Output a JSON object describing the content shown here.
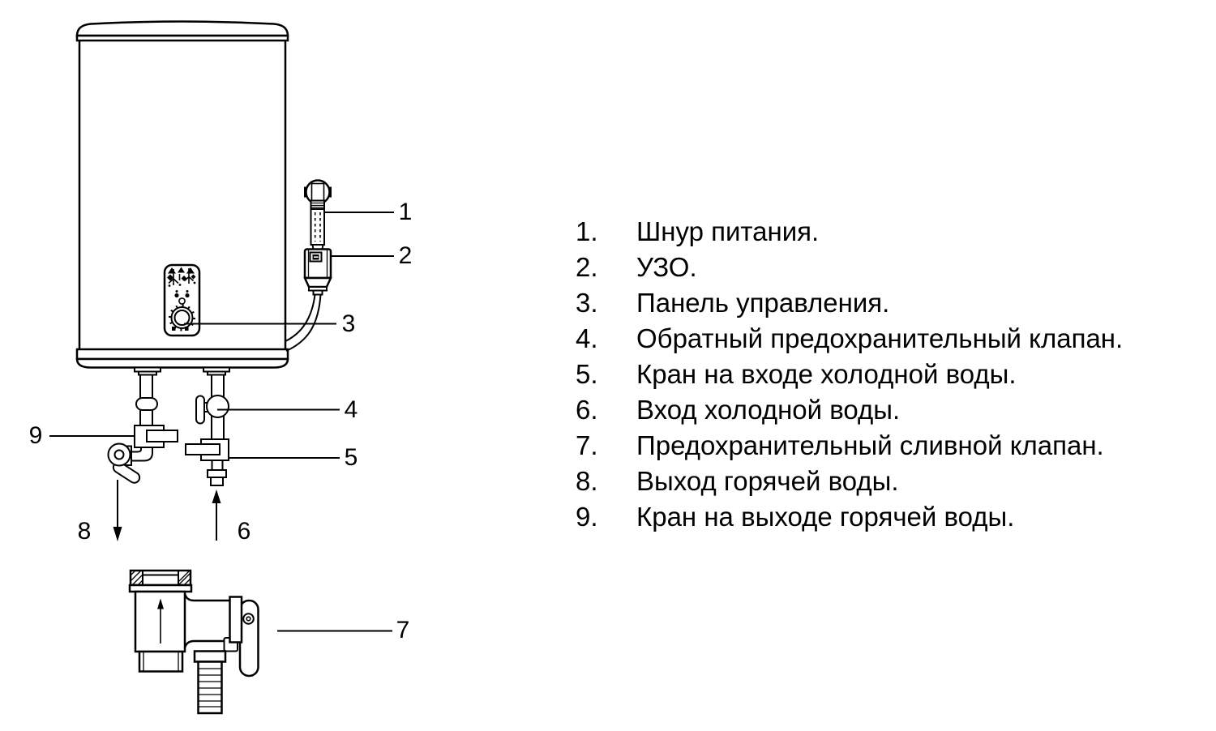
{
  "colors": {
    "background": "#ffffff",
    "line": "#000000",
    "text": "#000000"
  },
  "callouts": [
    "1",
    "2",
    "3",
    "4",
    "5",
    "6",
    "7",
    "8",
    "9"
  ],
  "legend": {
    "items": [
      {
        "num": "1.",
        "text": "Шнур питания."
      },
      {
        "num": "2.",
        "text": "УЗО."
      },
      {
        "num": "3.",
        "text": "Панель управления."
      },
      {
        "num": "4.",
        "text": "Обратный предохранительный клапан."
      },
      {
        "num": "5.",
        "text": "Кран на входе холодной воды."
      },
      {
        "num": "6.",
        "text": "Вход холодной воды."
      },
      {
        "num": "7.",
        "text": "Предохранительный сливной клапан."
      },
      {
        "num": "8.",
        "text": "Выход горячей воды."
      },
      {
        "num": "9.",
        "text": "Кран на выходе горячей воды."
      }
    ]
  }
}
